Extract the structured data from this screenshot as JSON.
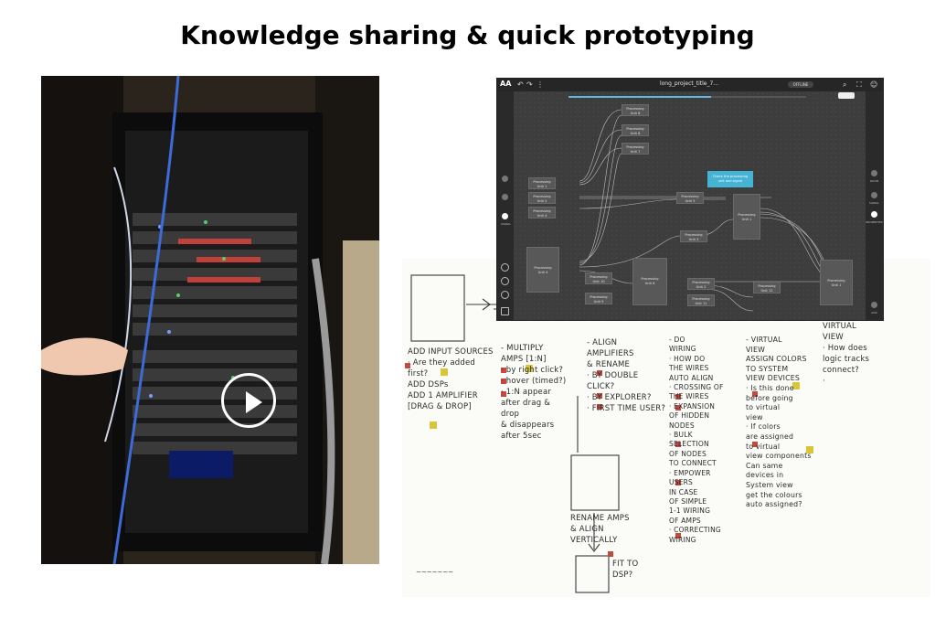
{
  "slide": {
    "title": "Knowledge sharing & quick prototyping"
  },
  "video": {
    "play_icon": "play-icon"
  },
  "app": {
    "logo": "AA",
    "title": "long_project_title_7...",
    "status": "OFFLINE",
    "canvas_progress": 0.6,
    "tooltip": "Check the processing\nunit and signal",
    "nodes": [
      {
        "label": "Processing\nUnit 6"
      },
      {
        "label": "Processing\nUnit 8"
      },
      {
        "label": "Processing\nUnit 7"
      },
      {
        "label": "Processing\nUnit 1"
      },
      {
        "label": "Processing\nUnit 2"
      },
      {
        "label": "Processing\nUnit 4"
      },
      {
        "label": "Processing\nUnit 5"
      },
      {
        "label": "Processing\nUnit 3"
      },
      {
        "label": "Processing\nUnit 4"
      },
      {
        "label": "Processing\nUnit 1"
      },
      {
        "label": "Processing\nUnit 6"
      },
      {
        "label": "Processing\nUnit 10"
      },
      {
        "label": "Processing\nUnit 9"
      },
      {
        "label": "Processing\nUnit 2"
      },
      {
        "label": "Processing\nUnit 11"
      },
      {
        "label": "Processing\nUnit 12"
      },
      {
        "label": "Processing\nUnit 1"
      }
    ],
    "left_labels": [
      "SIGNAL"
    ],
    "right_labels": [
      "ZOOM",
      "SIGNAL",
      "PROPERTIES",
      "ADD"
    ]
  },
  "sketch": {
    "col1": "ADD INPUT SOURCES\n· Are they added\n  first?\nADD DSPs\nADD 1 AMPLIFIER\n[DRAG & DROP]",
    "col2": "- MULTIPLY\n  AMPS [1:N]\n· by right click?\n· hover (timed?)\n· 1:N appear\n  after drag &\n  drop\n  & disappears\n  after 5sec",
    "col3": "- ALIGN\n  AMPLIFIERS\n  & RENAME\n· BY DOUBLE\n  CLICK?\n· BY EXPLORER?\n· FIRST TIME USER?",
    "col3b": "RENAME AMPS\n& ALIGN\nVERTICALLY",
    "col3c": "FIT TO\nDSP?",
    "col4": "- DO\n  WIRING\n· HOW DO\n  THE WIRES\n  AUTO ALIGN\n· CROSSING OF\n  THE WIRES\n· EXPANSION\n  OF HIDDEN\n  NODES\n· BULK\n  SELECTION\n  OF NODES\n  TO CONNECT\n· EMPOWER\n  USERS\n  IN CASE\n  OF SIMPLE\n  1-1 WIRING\n  OF AMPS\n· CORRECTING\n  WIRING",
    "col5": "- VIRTUAL\n  VIEW\nASSIGN COLORS\nTO SYSTEM\nVIEW DEVICES\n· Is this done\n  before going\n  to virtual\n  view\n· If colors\n  are assigned\n  to virtual\n  view components\n  Can same\n  devices in\n  System view\n  get the colours\n  auto assigned?",
    "col6": "VIRTUAL\nVIEW\n· How does\n  logic tracks\n  connect?\n·"
  }
}
